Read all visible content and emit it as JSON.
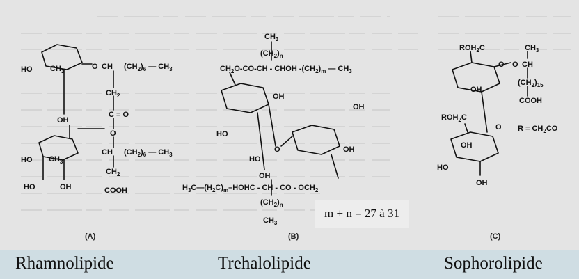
{
  "structures": [
    {
      "panel_label": "(A)",
      "caption": "Rhamnolipide",
      "groups": {
        "ho_top": "HO",
        "ch3_a": "CH",
        "o_link1": "O",
        "ch_a1": "CH",
        "chain_a1": "(CH",
        "ch3_end1": "CH",
        "ch2_a": "CH",
        "co": "C = O",
        "o_mid": "O",
        "oh_a1": "OH",
        "ch_a2": "CH",
        "chain_a2": "(CH",
        "ch3_end2": "CH",
        "ch2_a2": "CH",
        "cooh": "COOH",
        "ho_a2": "HO",
        "ch3_b": "CH",
        "ho_a3": "HO",
        "oh_a2": "OH"
      }
    },
    {
      "panel_label": "(B)",
      "caption": "Trehalolipide",
      "groups": {
        "ch3_top": "CH",
        "chn": "(CH",
        "ch2o": "CH",
        "o_co": "O-CO-",
        "ch_b": "CH - CHOH -",
        "chm_top": "(CH",
        "ch3_r": "CH",
        "oh1": "OH",
        "oh2": "OH",
        "ho1": "HO",
        "o_glyc": "O",
        "oh3": "OH",
        "ho2": "HO",
        "oh4": "OH",
        "h3c": "H",
        "h2c": "(H",
        "hohc": "HOHC - CH - CO - OCH",
        "chn2": "(CH",
        "ch3_bot": "CH"
      },
      "formula": "m + n = 27 à 31"
    },
    {
      "panel_label": "(C)",
      "caption": "Sophorolipide",
      "groups": {
        "roh2c": "ROH",
        "o_ring": "O",
        "o_c": "O",
        "ch3_c": "CH",
        "ch": "CH",
        "ch2_15": "(CH",
        "oh_c1": "OH",
        "cooh_c": "COOH",
        "roh2c_2": "ROH",
        "o_c2": "O",
        "oh_c2": "OH",
        "ho_c": "HO",
        "oh_c3": "OH",
        "r_def": "R = CH"
      }
    }
  ],
  "subscripts": {
    "two": "2",
    "three": "3",
    "n": "n",
    "m": "m",
    "six": "6",
    "fifteen": "15",
    "d2c": "2"
  },
  "r_def_tail": "CO"
}
